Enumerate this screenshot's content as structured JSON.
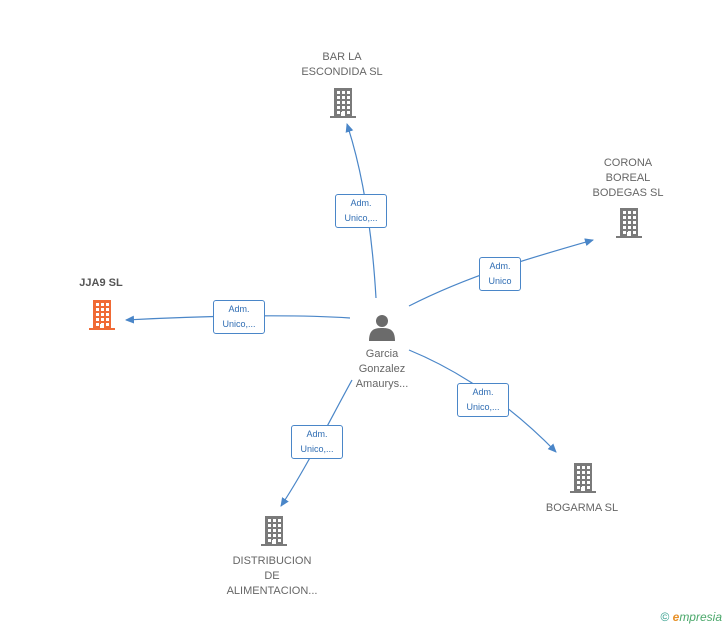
{
  "colors": {
    "edge": "#4a86c8",
    "building": "#7a7a7a",
    "highlight": "#f06a35",
    "person": "#6b6b6b"
  },
  "center": {
    "name": "Garcia\nGonzalez\nAmaurys...",
    "icon": "person-icon"
  },
  "nodes": [
    {
      "id": "bar",
      "label": "BAR LA\nESCONDIDA  SL",
      "icon": "building-icon",
      "highlight": false
    },
    {
      "id": "corona",
      "label": "CORONA\nBOREAL\nBODEGAS  SL",
      "icon": "building-icon",
      "highlight": false
    },
    {
      "id": "jja9",
      "label": "JJA9  SL",
      "icon": "building-icon",
      "highlight": true
    },
    {
      "id": "bogarma",
      "label": "BOGARMA  SL",
      "icon": "building-icon",
      "highlight": false
    },
    {
      "id": "distribucion",
      "label": "DISTRIBUCION\nDE\nALIMENTACION...",
      "icon": "building-icon",
      "highlight": false
    }
  ],
  "edges": [
    {
      "to": "bar",
      "label": "Adm.\nUnico,..."
    },
    {
      "to": "corona",
      "label": "Adm.\nUnico"
    },
    {
      "to": "jja9",
      "label": "Adm.\nUnico,..."
    },
    {
      "to": "bogarma",
      "label": "Adm.\nUnico,..."
    },
    {
      "to": "distribucion",
      "label": "Adm.\nUnico,..."
    }
  ],
  "footer": {
    "copyright": "©",
    "brand_e": "e",
    "brand_rest": "mpresia"
  }
}
